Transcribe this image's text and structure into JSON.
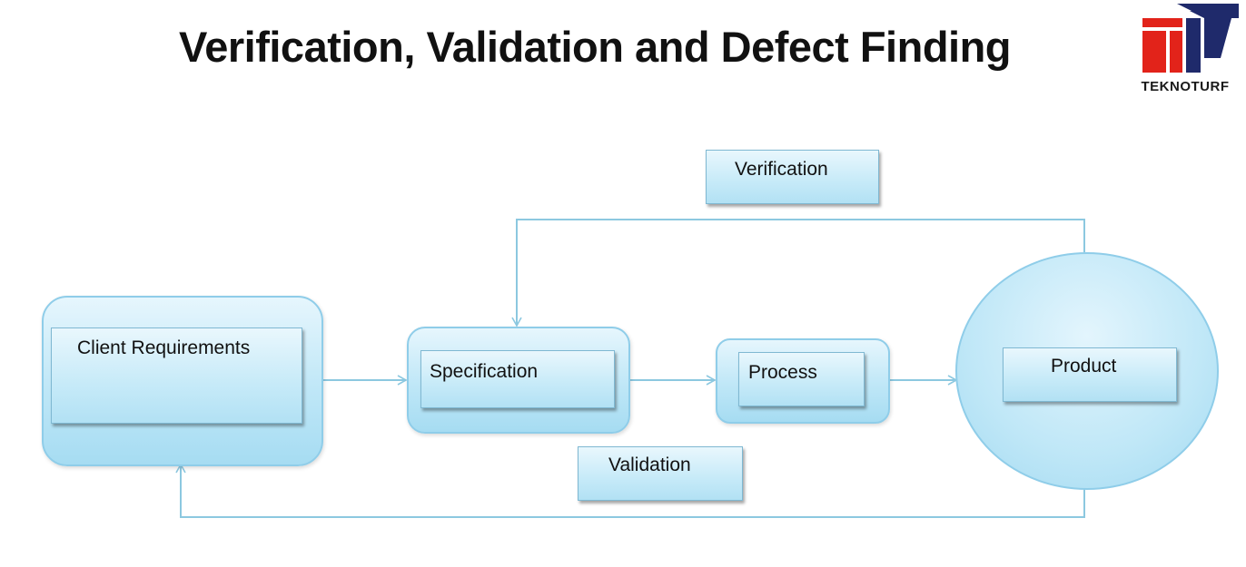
{
  "title": "Verification, Validation and Defect Finding",
  "logo": {
    "text": "TEKNOTURF",
    "colors": {
      "red": "#e2231a",
      "navy": "#1f2a6b"
    }
  },
  "nodes": {
    "client_requirements": "Client Requirements",
    "specification": "Specification",
    "process": "Process",
    "product": "Product"
  },
  "labels": {
    "verification": "Verification",
    "validation": "Validation"
  },
  "colors": {
    "box_fill": "#bfe7f7",
    "box_border": "#8fcde9",
    "connector": "#8cc8e0"
  }
}
